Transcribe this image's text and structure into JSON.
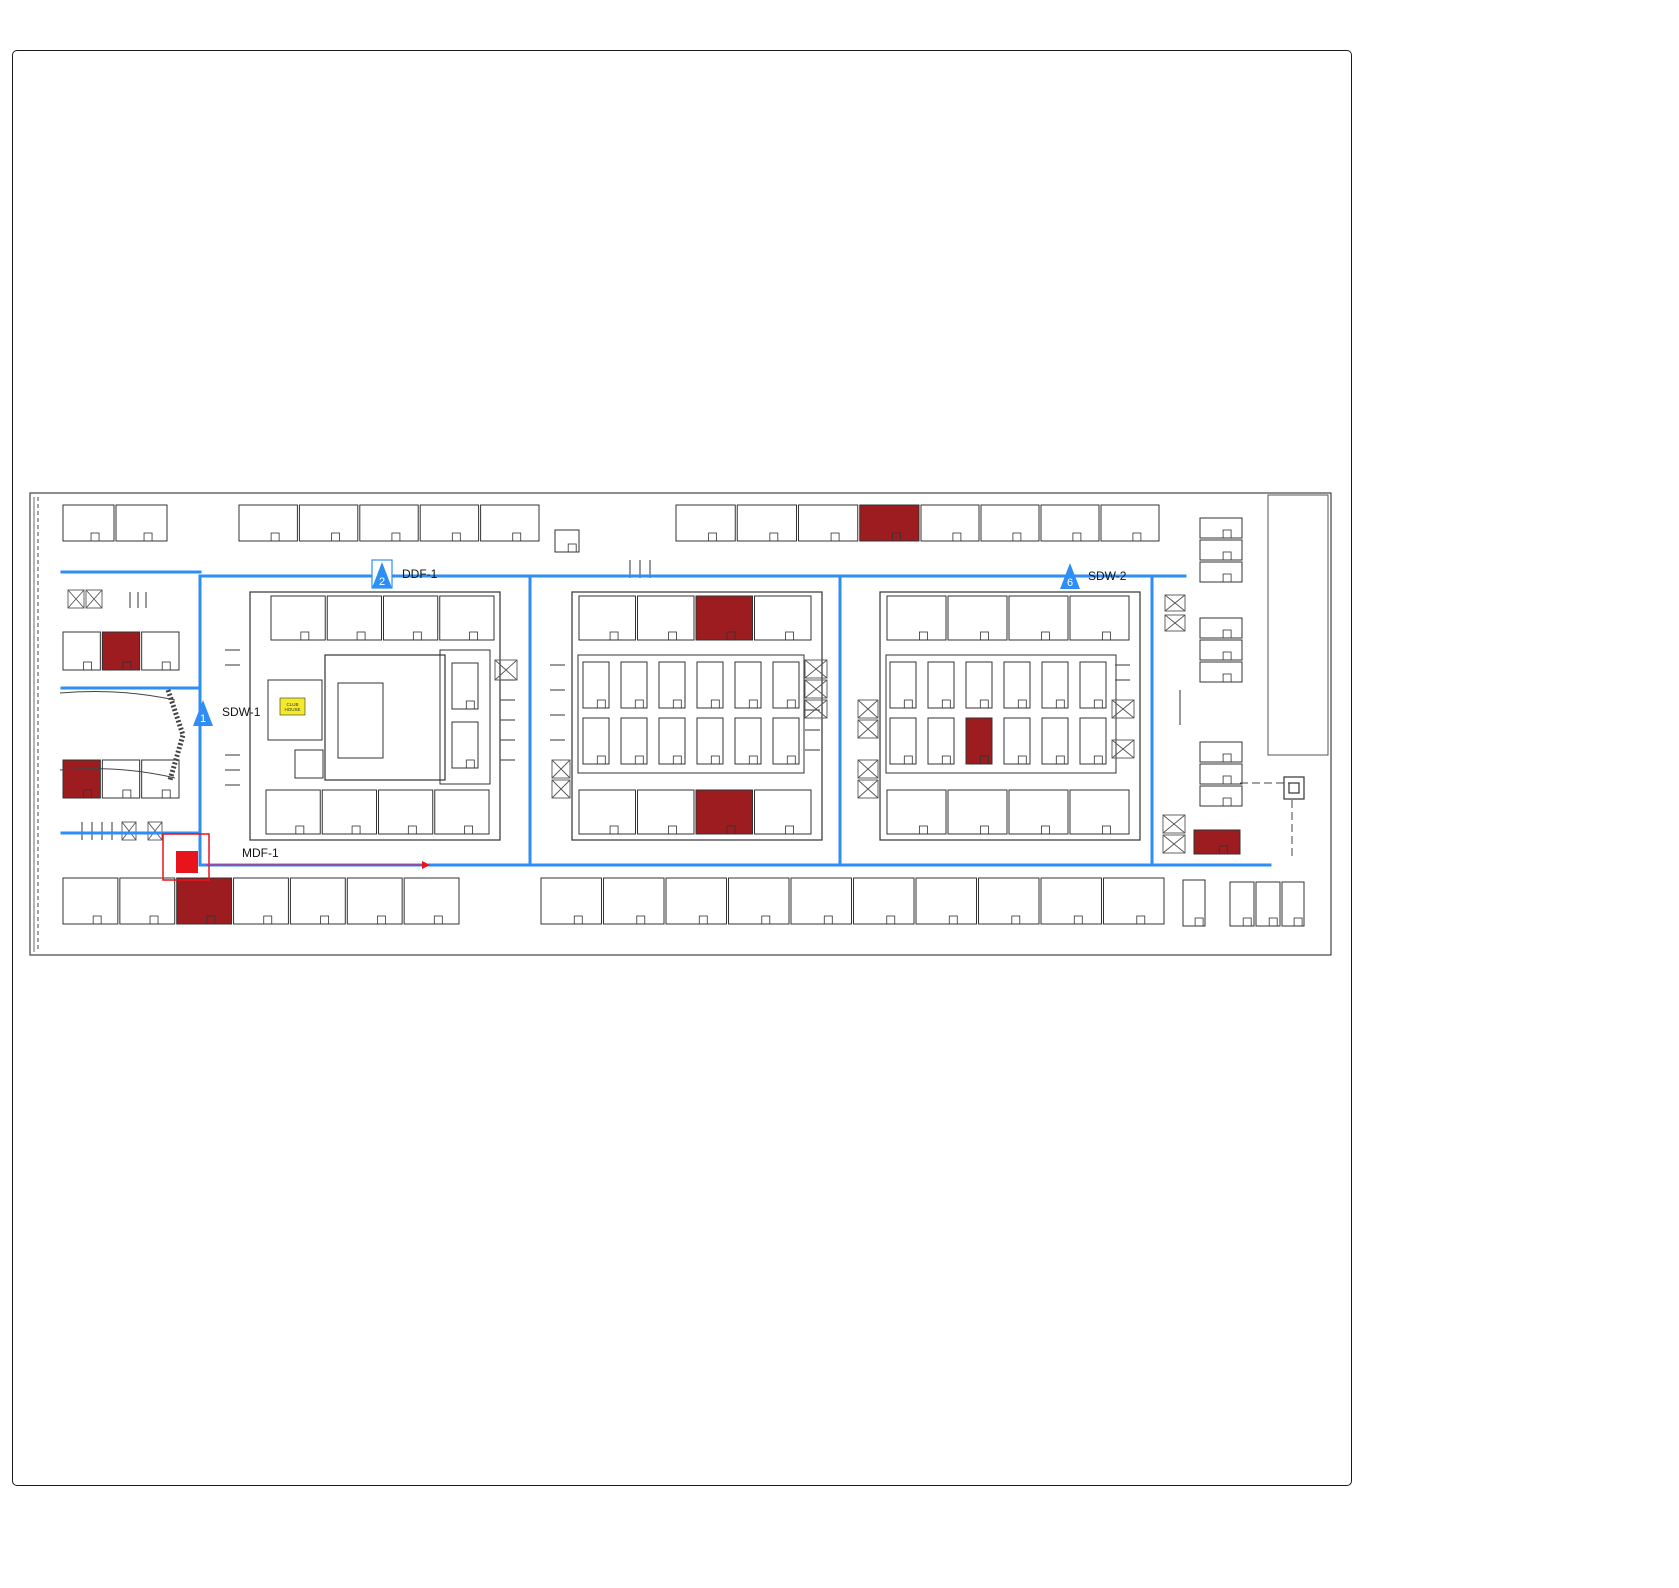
{
  "colors": {
    "network": "#2f8ef5",
    "mdf": "#e8141b",
    "highlight_unit": "#9c1c1f",
    "clubhouse": "#f2ea2a",
    "link": "#b63a8a"
  },
  "devices": [
    {
      "badge": "1",
      "label": "SDW-1",
      "icon": "triangle-marker-icon"
    },
    {
      "badge": "2",
      "label": "DDF-1",
      "icon": "triangle-marker-icon"
    },
    {
      "badge": "6",
      "label": "SDW-2",
      "icon": "triangle-marker-icon"
    }
  ],
  "mdf": {
    "label": "MDF-1",
    "icon": "square-marker-icon"
  },
  "clubhouse": {
    "label_line1": "CLUB",
    "label_line2": "HOUSE"
  }
}
